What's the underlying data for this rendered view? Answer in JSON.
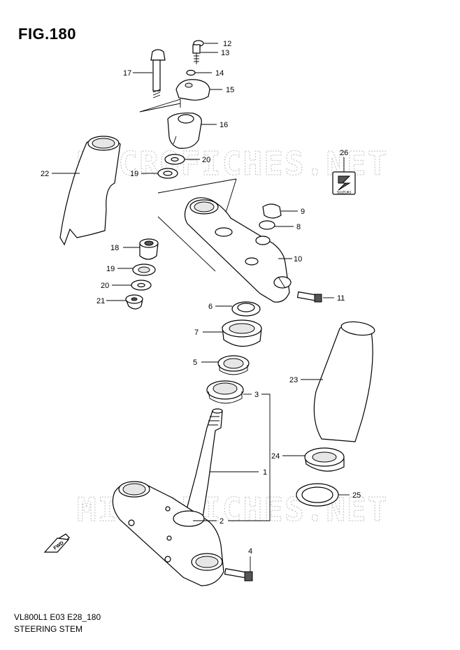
{
  "figure": {
    "title": "FIG.180",
    "code": "VL800L1 E03 E28_180",
    "name": "STEERING STEM"
  },
  "watermark": "MICROFICHES.NET",
  "logo_text": "SUZUKI",
  "fwd_text": "FWD",
  "callouts": [
    "1",
    "2",
    "3",
    "4",
    "5",
    "6",
    "7",
    "8",
    "9",
    "10",
    "11",
    "12",
    "13",
    "14",
    "15",
    "16",
    "17",
    "18",
    "19",
    "19",
    "20",
    "20",
    "21",
    "22",
    "23",
    "24",
    "25",
    "26"
  ]
}
